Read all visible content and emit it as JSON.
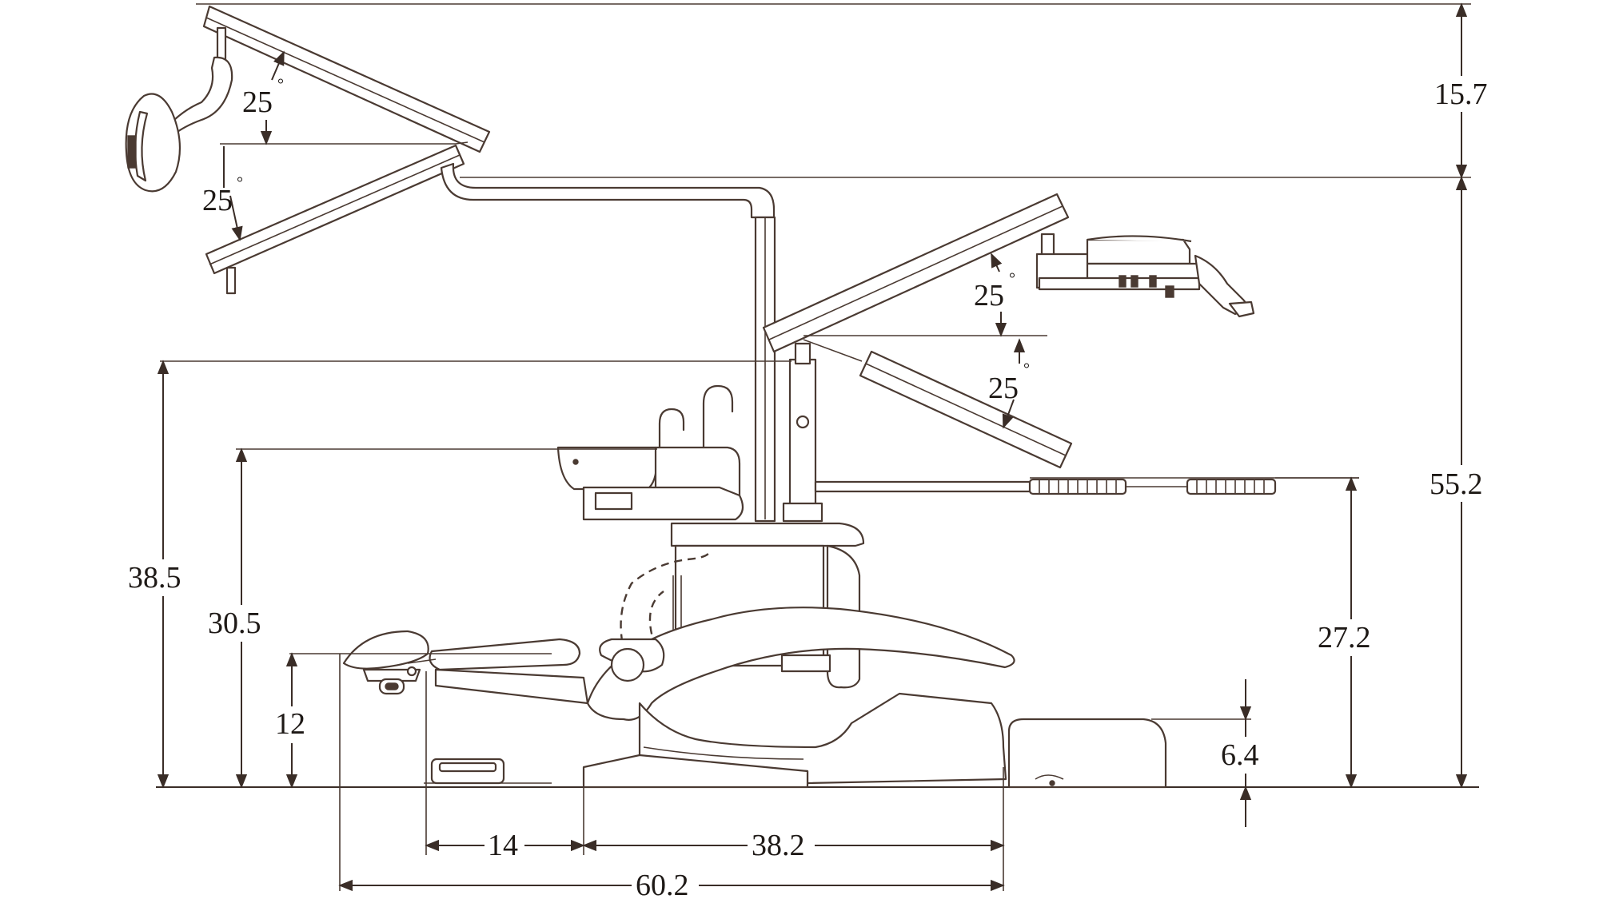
{
  "diagram": {
    "kind": "dental chair side elevation with dimensions",
    "dimensions": {
      "light_arm_height": "15.7",
      "overall_height": "55.2",
      "spittoon_height": "38.5",
      "cup_filler_height": "30.5",
      "headrest_height": "12",
      "tray_height": "27.2",
      "stool_height": "6.4",
      "headrest_to_base": "14",
      "base_length": "38.2",
      "overall_length": "60.2"
    },
    "angles": {
      "light_arm_up": "25",
      "light_arm_down": "25",
      "tray_arm_up": "25",
      "tray_arm_down": "25",
      "degree_symbol": "°"
    }
  }
}
